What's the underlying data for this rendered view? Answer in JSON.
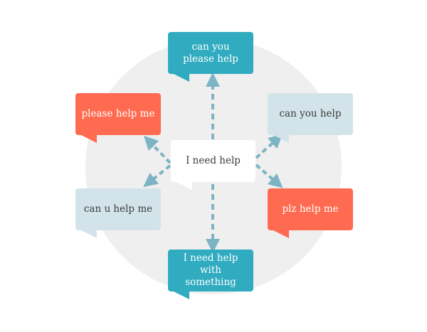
{
  "center": {
    "label": "I need help"
  },
  "variants": {
    "top": "can you\nplease help",
    "top_left": "please help me",
    "top_right": "can you help",
    "bottom_left": "can u help me",
    "bottom_right": "plz help me",
    "bottom": "I need help\nwith something"
  },
  "colors": {
    "teal": "#30abbf",
    "coral": "#ff6b50",
    "pale_blue": "#d2e4ea",
    "background_circle": "#efefef",
    "arrow": "#7db4c3"
  }
}
